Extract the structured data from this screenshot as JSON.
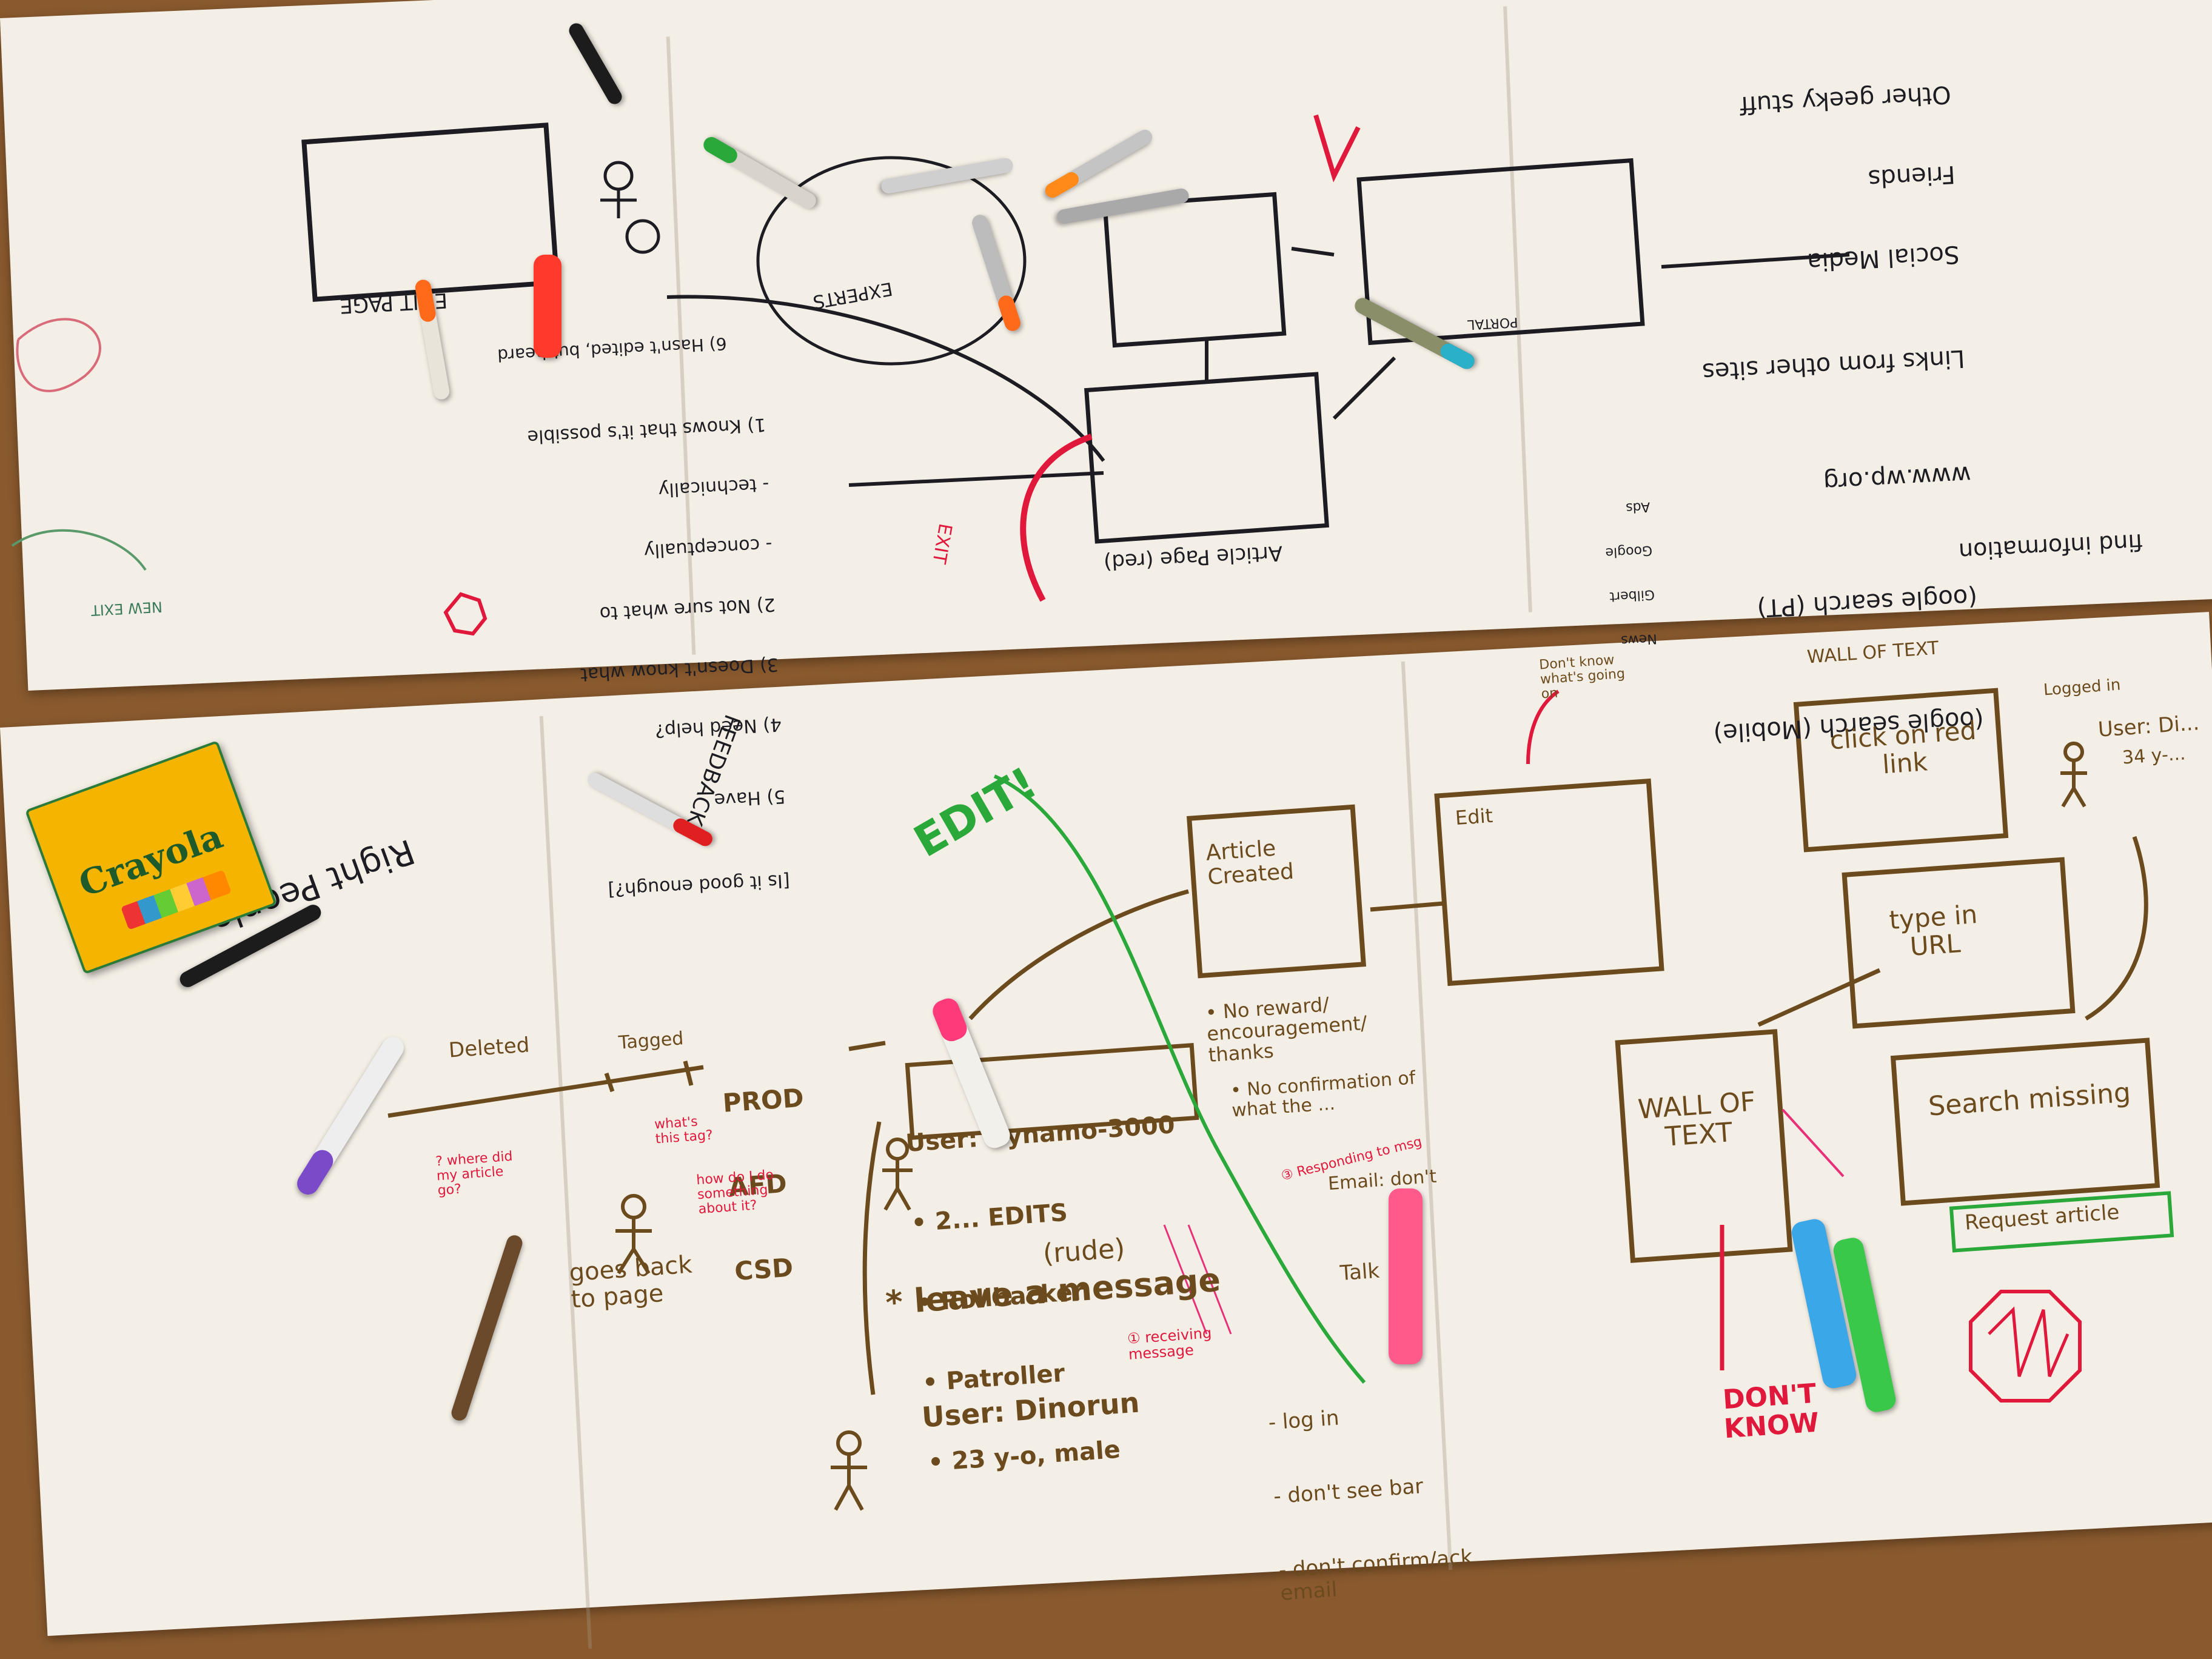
{
  "scene": {
    "table_color": "#8a5a2e",
    "paper_color": "#f4efe6"
  },
  "top_sheet": {
    "portal_label": "PORTAL",
    "sources": [
      "(oogle search (Mobile)",
      "(oogle search (PT)",
      "www.wp.org",
      "Links from other sites",
      "Social Media",
      "Friends",
      "Other geeky stuff"
    ],
    "list_items": [
      "News",
      "Gilbert",
      "Google",
      "Ads"
    ],
    "find_information": "find information",
    "article_page": "Article Page (red)",
    "exit": "EXIT",
    "edit_page": "EDIT PAGE",
    "experts": "EXPERTS",
    "notes": [
      "1) Knows that it's possible",
      "- technically",
      "- conceptually",
      "2) Not sure what to",
      "3) Doesn't know what",
      "4) Need help?",
      "5) Have",
      "[Is it good enough?]"
    ],
    "hasnt_edited": "6) Hasn't edited, but heard",
    "new_exit": "NEW EXIT"
  },
  "bottom_sheet": {
    "brand": "Crayola",
    "right_people": "Right People",
    "timeline_deleted": "Deleted",
    "timeline_tagged": "Tagged",
    "prod_afd_csd": [
      "PROD",
      "AFD",
      "CSD"
    ],
    "feedback": "FEEDBACK",
    "edit_big": "EDIT!",
    "article_created": "Article Created",
    "no_reward": "• No reward/ encouragement/ thanks",
    "no_confirmation": "• No confirmation of what the ...",
    "email_note": "Email: don't",
    "user_profile": [
      "User: Dynamo-3000",
      "• 2... EDITS",
      "• Rollbacker",
      "• Patroller",
      "• 23 y-o, male"
    ],
    "leave_message": "* leave a message",
    "leave_message_note": "(rude)",
    "talk": "Talk",
    "goes_back": "goes back to page",
    "user_dinorun": "User: Dinorun",
    "login_notes": [
      "- log in",
      "- don't see bar",
      "- don't confirm/ack email"
    ],
    "wall_of_text_header": "WALL OF TEXT",
    "click_red_link": "click on red link",
    "type_in_url": "type in URL",
    "wall_of_text_box": "WALL OF TEXT",
    "search_missing": "Search missing",
    "request_article": "Request article",
    "dont_know": "DON'T KNOW",
    "logged_in": "Logged in",
    "user_di": "User: Di...",
    "age_note": "34 y-...",
    "dont_know_whats_going_on": "Don't know what's going on",
    "edit_window": "Edit",
    "what_is_this_tag": "what's this tag?",
    "where_did_article_go": "? where did my article go?",
    "how_do_i_do_something": "how do I do something about it?",
    "receiving_message": "① receiving message",
    "responding": "③ Responding to msg"
  }
}
